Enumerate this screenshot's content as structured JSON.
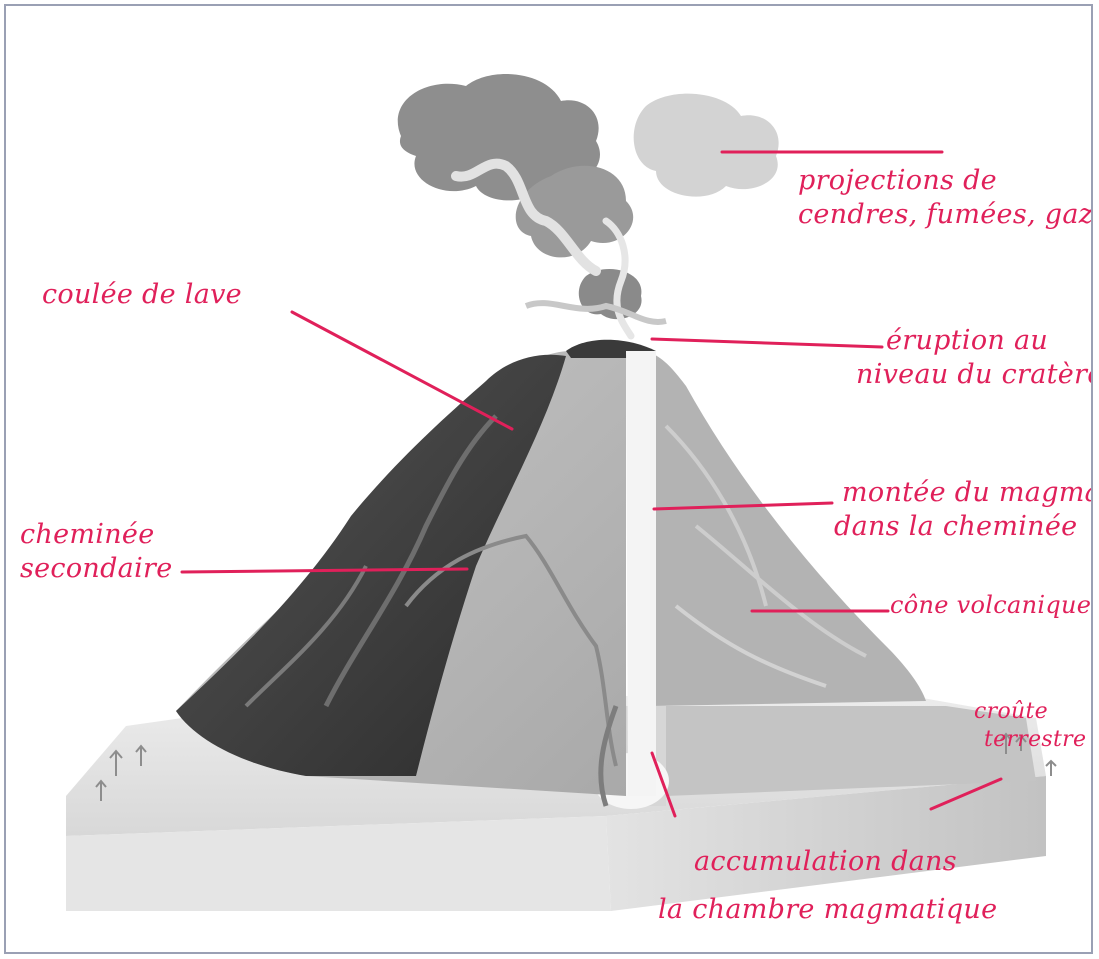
{
  "diagram": {
    "labels": {
      "projections": [
        "projections de",
        "cendres, fumées, gaz ."
      ],
      "coulee": [
        "coulée de lave"
      ],
      "eruption": [
        "éruption au",
        "niveau du cratère"
      ],
      "montee": [
        "montée du magma",
        "dans la cheminée"
      ],
      "cheminee_secondaire": [
        "cheminée",
        "secondaire"
      ],
      "cone": [
        "cône volcanique"
      ],
      "croute": [
        "croûte",
        "terrestre"
      ],
      "chambre": [
        "accumulation dans",
        "la chambre magmatique"
      ]
    },
    "colors": {
      "annotation": "#e0205a",
      "frame": "#9aa0b4",
      "smoke_dark": "#8c8c8c",
      "smoke_light": "#cfcfcf",
      "lava_dark": "#3a3a3a",
      "cone_section": "#b9b9b9",
      "ground": "#e6e6e6",
      "chimney": "#f5f5f5"
    }
  }
}
